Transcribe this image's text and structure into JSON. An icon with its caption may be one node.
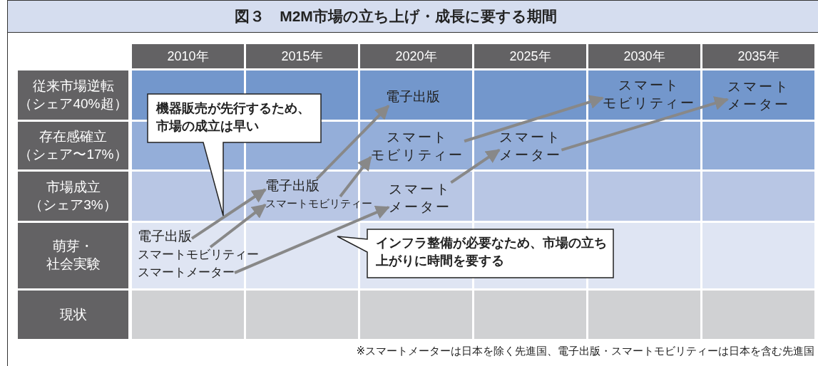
{
  "diagram": {
    "title": "図３　M2M市場の立ち上げ・成長に要する期間",
    "nodes": [
      {
        "text": [
          "電子出版"
        ]
      },
      {
        "text": [
          "スマートモビリティー"
        ]
      },
      {
        "text": [
          "スマートメーター"
        ]
      },
      {
        "text": [
          "電子出版"
        ]
      },
      {
        "text": [
          "スマートモビリティー"
        ]
      },
      {
        "text": [
          "スマートメーター"
        ]
      },
      {
        "text": [
          "電子出版"
        ]
      },
      {
        "text": [
          "スマートモビリティー"
        ]
      },
      {
        "text": [
          "スマートメーター"
        ]
      },
      {
        "text": [
          "スマートモビリティー"
        ]
      },
      {
        "text": [
          "スマートメーター"
        ]
      },
      {
        "text": [
          "機器販売が先行するため、市場の成立は早い"
        ]
      },
      {
        "text": [
          "インフラ整備が必要なため、市場の立ち上がりに時間を要する"
        ]
      }
    ],
    "edges": [
      {
        "from": 0,
        "to": 3,
        "arrow": "to"
      },
      {
        "from": 1,
        "to": 4,
        "arrow": "to"
      },
      {
        "from": 2,
        "to": 5,
        "arrow": "to"
      },
      {
        "from": 3,
        "to": 6,
        "arrow": "to"
      },
      {
        "from": 4,
        "to": 7,
        "arrow": "to"
      },
      {
        "from": 5,
        "to": 8,
        "arrow": "to"
      },
      {
        "from": 7,
        "to": 9,
        "arrow": "to"
      },
      {
        "from": 8,
        "to": 10,
        "arrow": "to"
      }
    ],
    "labels": [
      "2010年",
      "2015年",
      "2020年",
      "2025年",
      "2030年",
      "2035年",
      "従来市場逆転（シェア40%超）",
      "存在感確立（シェア〜17%）",
      "市場成立（シェア3%）",
      "萌芽・社会実験",
      "現状",
      "※スマートメーターは日本を除く先進国、電子出版・スマートモビリティーは日本を含む先進国"
    ]
  }
}
